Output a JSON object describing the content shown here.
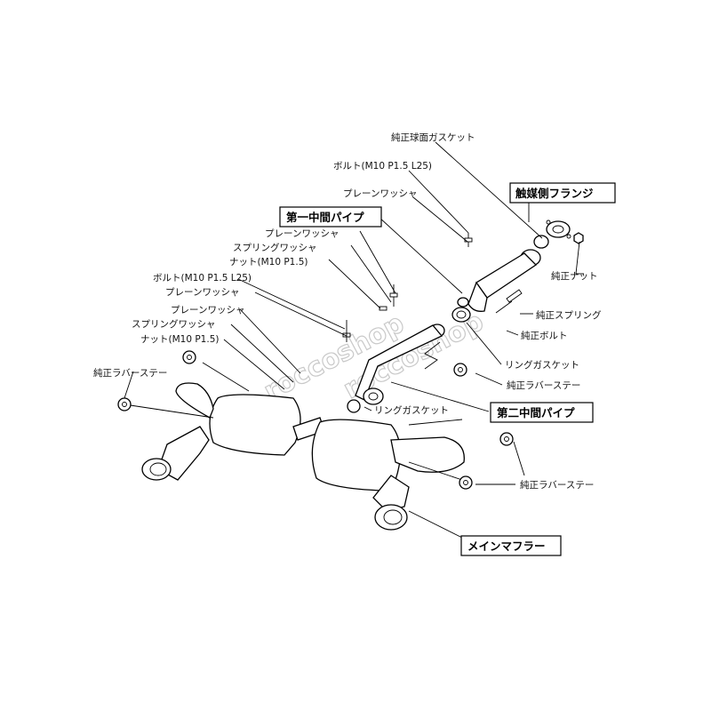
{
  "labels": {
    "genuine_spherical_gasket": "純正球面ガスケット",
    "bolt_m10_upper": "ボルト(M10 P1.5 L25)",
    "plain_washer_upper": "プレーンワッシャ",
    "catalyst_flange": "触媒側フランジ",
    "first_middle_pipe": "第一中間パイプ",
    "plain_washer_mid": "プレーンワッシャ",
    "spring_washer_mid": "スプリングワッシャ",
    "nut_m10_mid": "ナット(M10 P1.5)",
    "genuine_nut": "純正ナット",
    "bolt_m10_mid": "ボルト(M10 P1.5 L25)",
    "plain_washer_mid2": "プレーンワッシャ",
    "genuine_spring": "純正スプリング",
    "plain_washer_low": "プレーンワッシャ",
    "genuine_bolt": "純正ボルト",
    "spring_washer_low": "スプリングワッシャ",
    "nut_m10_low": "ナット(M10 P1.5)",
    "ring_gasket_upper": "リングガスケット",
    "genuine_rubber_stay_left": "純正ラバーステー",
    "genuine_rubber_stay_mid": "純正ラバーステー",
    "ring_gasket_lower": "リングガスケット",
    "second_middle_pipe": "第二中間パイプ",
    "genuine_rubber_stay_right": "純正ラバーステー",
    "main_muffler": "メインマフラー"
  },
  "watermark": "roccoshop",
  "colors": {
    "line": "#000000",
    "background": "#ffffff",
    "watermark": "#c9c9c9"
  }
}
